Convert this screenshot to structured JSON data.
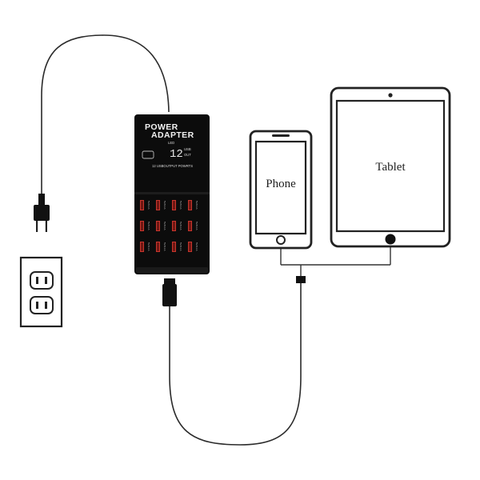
{
  "hub": {
    "title_line1": "POWER",
    "title_line2": "ADAPTER",
    "led_label": "LED",
    "display_text": "12",
    "display_unit_top": "USB",
    "display_unit_bottom": "OUT",
    "subtitle": "12 USBOUTPUT POWRTS",
    "port_label": "5V/2.1A"
  },
  "devices": {
    "phone_label": "Phone",
    "tablet_label": "Tablet"
  }
}
